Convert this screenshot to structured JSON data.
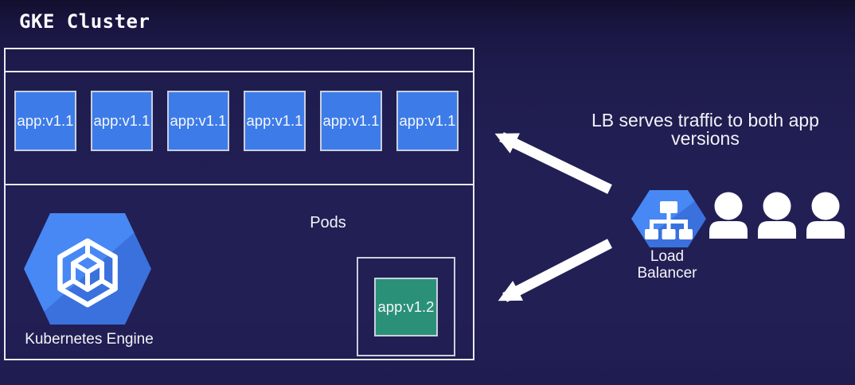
{
  "title": "GKE Cluster",
  "cluster": {
    "pods": [
      "app:v1.1",
      "app:v1.1",
      "app:v1.1",
      "app:v1.1",
      "app:v1.1",
      "app:v1.1"
    ],
    "pods_label": "Pods",
    "engine_label": "Kubernetes Engine",
    "canary_pod_label": "app:v1.2"
  },
  "annotation": "LB serves traffic to both app versions",
  "load_balancer": {
    "label": "Load Balancer"
  },
  "users": {
    "count": 3,
    "icons": [
      "user-icon",
      "user-icon",
      "user-icon"
    ]
  },
  "icons": {
    "kubernetes_engine": "gke-hexagon-cube-icon",
    "load_balancer": "load-balancer-network-icon",
    "arrows": [
      "arrow-to-v1-1-pods",
      "arrow-to-v1-2-pod"
    ]
  },
  "colors": {
    "background": "#221F55",
    "background_top": "#120F2E",
    "pod_v1_1": "#3D7CE8",
    "pod_v1_2": "#2A9178",
    "hexagon_blue": "#4788F4",
    "hexagon_blue_dark": "#3A71DD",
    "border_light": "#E9E9F2",
    "text": "#FFFFFF"
  }
}
